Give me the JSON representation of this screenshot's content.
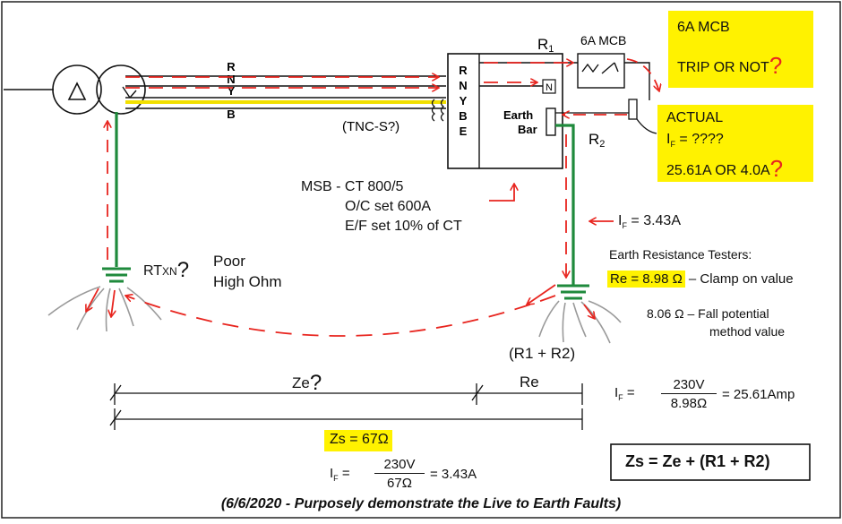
{
  "colors": {
    "fault_arrow": "#e8251f",
    "earth_conductor": "#1f8a3c",
    "neutral_yellow": "#f2e000",
    "highlight": "#fff200",
    "ground_rods": "#9a9a9a"
  },
  "conductors": [
    "R",
    "N",
    "Y",
    "B"
  ],
  "msb_terminals": [
    "R",
    "N",
    "Y",
    "B",
    "E"
  ],
  "tncs_label": "(TNC-S?)",
  "r1_label": "R",
  "r1_sub": "1",
  "r2_label": "R",
  "r2_sub": "2",
  "mcb_label": "6A MCB",
  "n_box": "N",
  "earth_bar": [
    "Earth",
    "Bar"
  ],
  "mcb_callout": {
    "line1": "6A MCB",
    "line2": "TRIP OR NOT",
    "q": "?"
  },
  "actual_callout": {
    "line1": "ACTUAL",
    "if_prefix": "I",
    "if_sub": "F",
    "if_val": " = ????",
    "line3": "25.61A OR 4.0A",
    "q": "?"
  },
  "msb_text": [
    "MSB - CT 800/5",
    "O/C set 600A",
    "E/F set 10% of CT"
  ],
  "if_arrow": {
    "prefix": "I",
    "sub": "F",
    "val": " = 3.43A"
  },
  "rtxn": {
    "main": "RT",
    "small": "XN",
    "q": "?"
  },
  "poor": [
    "Poor",
    "High Ohm"
  ],
  "testers": {
    "title": "Earth Resistance Testers:",
    "clamp_value": "Re = 8.98 Ω",
    "clamp_desc": "– Clamp on value",
    "fall_value": "8.06 Ω",
    "fall_desc": "– Fall potential",
    "fall_desc2": "method value"
  },
  "r1r2": "(R1 + R2)",
  "ze": {
    "label": "Ze",
    "q": "?"
  },
  "re": "Re",
  "calc1": {
    "prefix": "I",
    "sub": "F",
    "eq": "=",
    "num": "230V",
    "den": "8.98Ω",
    "result": "= 25.61Amp"
  },
  "zs_box": "Zs = 67Ω",
  "calc2": {
    "prefix": "I",
    "sub": "F",
    "eq": "=",
    "num": "230V",
    "den": "67Ω",
    "result": "= 3.43A"
  },
  "formula": "Zs = Ze + (R1 + R2)",
  "footer": "(6/6/2020 - Purposely demonstrate the Live to Earth Faults)"
}
